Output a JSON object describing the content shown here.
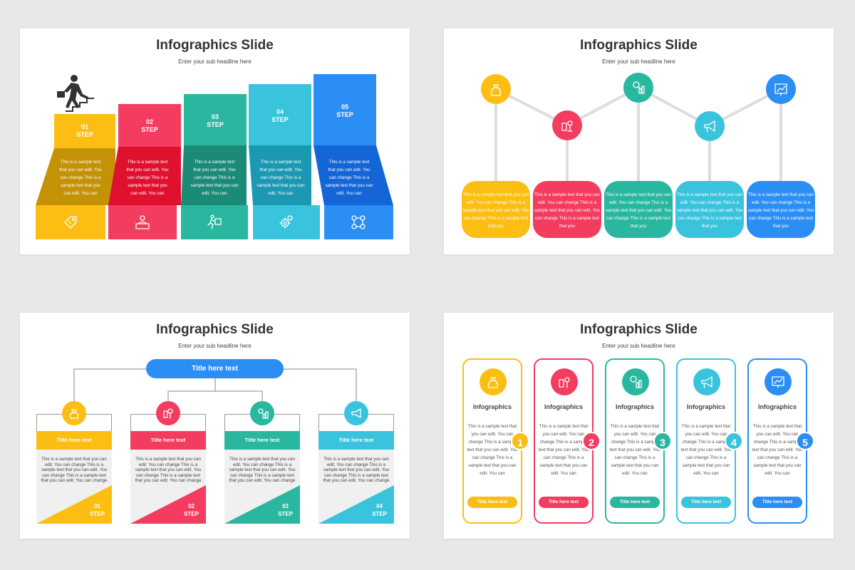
{
  "slide_title": "Infographics Slide",
  "slide_subtitle": "Enter your sub headline here",
  "colors": {
    "yellow": "#fdbe14",
    "red": "#f33c5f",
    "green": "#2ab7a0",
    "cyan": "#3ac3dd",
    "blue": "#2a8ef5"
  },
  "slide1": {
    "steps": [
      {
        "num": "01",
        "label": "STEP",
        "text": "This is a sample text that you can edit. You can change This is a sample text that you can edit. You can"
      },
      {
        "num": "02",
        "label": "STEP",
        "text": "This is a sample text that you can edit. You can change This is a sample text that you can edit. You can"
      },
      {
        "num": "03",
        "label": "STEP",
        "text": "This is a sample text that you can edit. You can change This is a sample text that you can edit. You can"
      },
      {
        "num": "04",
        "label": "STEP",
        "text": "This is a sample text that you can edit. You can change This is a sample text that you can edit. You can"
      },
      {
        "num": "05",
        "label": "STEP",
        "text": "This is a sample text that you can edit. You can change This is a sample text that you can edit. You can"
      }
    ],
    "icons": [
      "money-tag-icon",
      "worker-desk-icon",
      "delivery-runner-icon",
      "gears-icon",
      "network-icon"
    ]
  },
  "slide2": {
    "texts": [
      "This is a sample text that you can edit. You can change This is a sample text that you can edit. You can change This is a sample text that you",
      "This is a sample text that you can edit. You can change This is a sample text that you can edit. You can change This is a sample text that you",
      "This is a sample text that you can edit. You can change This is a sample text that you can edit. You can change This is a sample text that you",
      "This is a sample text that you can edit. You can change This is a sample text that you can edit. You can change This is a sample text that you",
      "This is a sample text that you can edit. You can change This is a sample text that you can edit. You can change This is a sample text that you"
    ],
    "icons": [
      "money-bag-icon",
      "business-tools-icon",
      "analytics-icon",
      "megaphone-icon",
      "chart-board-icon"
    ]
  },
  "slide3": {
    "title_pill": "Title here text",
    "columns": [
      {
        "title": "Title here text",
        "text": "This is a sample text that you can edit. You can change This is a sample text that you can edit. You can change This is a sample text that you can edit. You can change",
        "num": "01",
        "label": "STEP"
      },
      {
        "title": "Title here text",
        "text": "This is a sample text that you can edit. You can change This is a sample text that you can edit. You can change This is a sample text that you can edit. You can change",
        "num": "02",
        "label": "STEP"
      },
      {
        "title": "Title here text",
        "text": "This is a sample text that you can edit. You can change This is a sample text that you can edit. You can change This is a sample text that you can edit. You can change",
        "num": "03",
        "label": "STEP"
      },
      {
        "title": "Title here text",
        "text": "This is a sample text that you can edit. You can change This is a sample text that you can edit. You can change This is a sample text that you can edit. You can change",
        "num": "04",
        "label": "STEP"
      }
    ]
  },
  "slide4": {
    "cards": [
      {
        "heading": "Infographics",
        "text": "This is a sample text that you can edit. You can change This is a sample text that you can edit. You can change This is a sample text that you can edit. You can",
        "pill": "Title here text",
        "num": "1"
      },
      {
        "heading": "Infographics",
        "text": "This is a sample text that you can edit. You can change This is a sample text that you can edit. You can change This is a sample text that you can edit. You can",
        "pill": "Title here text",
        "num": "2"
      },
      {
        "heading": "Infographics",
        "text": "This is a sample text that you can edit. You can change This is a sample text that you can edit. You can change This is a sample text that you can edit. You can",
        "pill": "Title here text",
        "num": "3"
      },
      {
        "heading": "Infographics",
        "text": "This is a sample text that you can edit. You can change This is a sample text that you can edit. You can change This is a sample text that you can edit. You can",
        "pill": "Title here text",
        "num": "4"
      },
      {
        "heading": "Infographics",
        "text": "This is a sample text that you can edit. You can change This is a sample text that you can edit. You can change This is a sample text that you can edit. You can",
        "pill": "Title here text",
        "num": "5"
      }
    ]
  }
}
